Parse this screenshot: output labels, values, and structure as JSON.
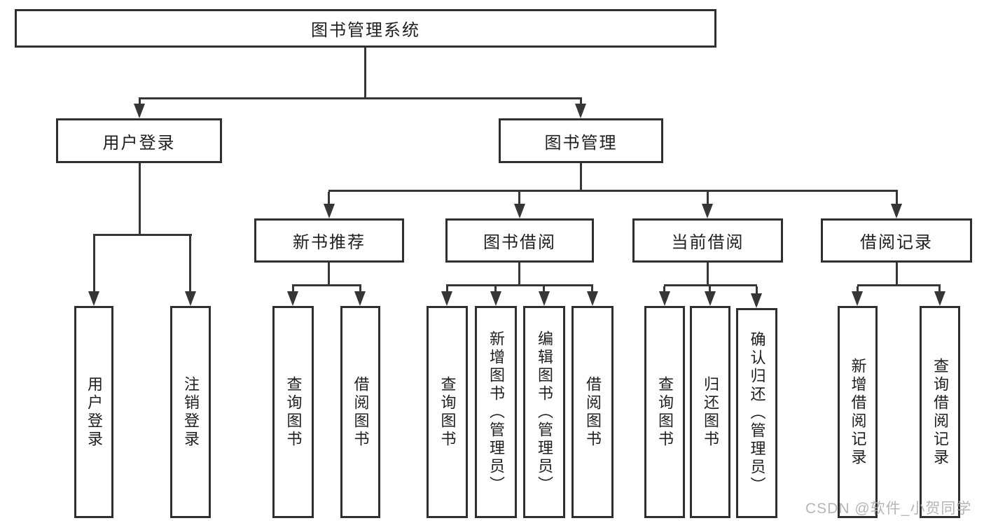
{
  "diagram": {
    "root": {
      "label": "图书管理系统"
    },
    "children": [
      {
        "label": "用户登录",
        "children": [
          {
            "label": "用户登录"
          },
          {
            "label": "注销登录"
          }
        ]
      },
      {
        "label": "图书管理",
        "children": [
          {
            "label": "新书推荐",
            "children": [
              {
                "label": "查询图书"
              },
              {
                "label": "借阅图书"
              }
            ]
          },
          {
            "label": "图书借阅",
            "children": [
              {
                "label": "查询图书"
              },
              {
                "label": "新增图书（管理员）"
              },
              {
                "label": "编辑图书（管理员）"
              },
              {
                "label": "借阅图书"
              }
            ]
          },
          {
            "label": "当前借阅",
            "children": [
              {
                "label": "查询图书"
              },
              {
                "label": "归还图书"
              },
              {
                "label": "确认归还（管理员）"
              }
            ]
          },
          {
            "label": "借阅记录",
            "children": [
              {
                "label": "新增借阅记录"
              },
              {
                "label": "查询借阅记录"
              }
            ]
          }
        ]
      }
    ]
  },
  "watermark": {
    "text": "CSDN @软件_小贺同学"
  },
  "colors": {
    "line": "#363636",
    "border": "#2f2f2f",
    "text": "#1f1f1f",
    "watermark": "#b2b2b2",
    "background": "#ffffff"
  }
}
